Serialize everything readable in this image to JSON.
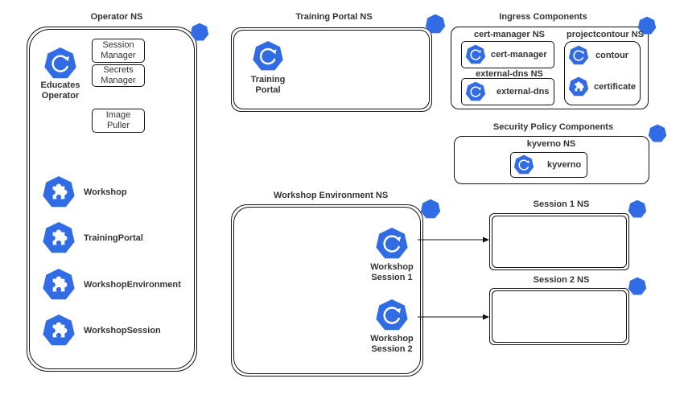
{
  "colors": {
    "k8s_blue": "#326ce5",
    "line": "#111111",
    "text": "#333333"
  },
  "operator_ns": {
    "title": "Operator NS",
    "operator": {
      "label_line1": "Educates",
      "label_line2": "Operator",
      "icon": "k8s-cycle-icon"
    },
    "session_manager": {
      "line1": "Session",
      "line2": "Manager"
    },
    "secrets_manager": {
      "line1": "Secrets",
      "line2": "Manager"
    },
    "image_puller": {
      "line1": "Image",
      "line2": "Puller"
    },
    "crds": [
      {
        "label": "Workshop",
        "icon": "crd-puzzle-icon"
      },
      {
        "label": "TrainingPortal",
        "icon": "crd-puzzle-icon"
      },
      {
        "label": "WorkshopEnvironment",
        "icon": "crd-puzzle-icon"
      },
      {
        "label": "WorkshopSession",
        "icon": "crd-puzzle-icon"
      }
    ]
  },
  "training_portal_ns": {
    "title": "Training Portal NS",
    "portal": {
      "line1": "Training",
      "line2": "Portal",
      "icon": "k8s-cycle-icon"
    }
  },
  "ingress_components": {
    "title": "Ingress Components",
    "cert_manager_ns": {
      "title": "cert-manager NS",
      "item": "cert-manager"
    },
    "external_dns_ns": {
      "title": "external-dns NS",
      "item": "external-dns"
    },
    "projectcontour_ns": {
      "title": "projectcontour NS",
      "contour": "contour",
      "certificate": "certificate"
    }
  },
  "security_policy": {
    "title": "Security Policy Components",
    "kyverno_ns": {
      "title": "kyverno NS",
      "item": "kyverno"
    }
  },
  "workshop_env_ns": {
    "title": "Workshop Environment NS",
    "session1": {
      "line1": "Workshop",
      "line2": "Session 1"
    },
    "session2": {
      "line1": "Workshop",
      "line2": "Session 2"
    }
  },
  "session1_ns": {
    "title": "Session 1 NS"
  },
  "session2_ns": {
    "title": "Session 2 NS"
  }
}
